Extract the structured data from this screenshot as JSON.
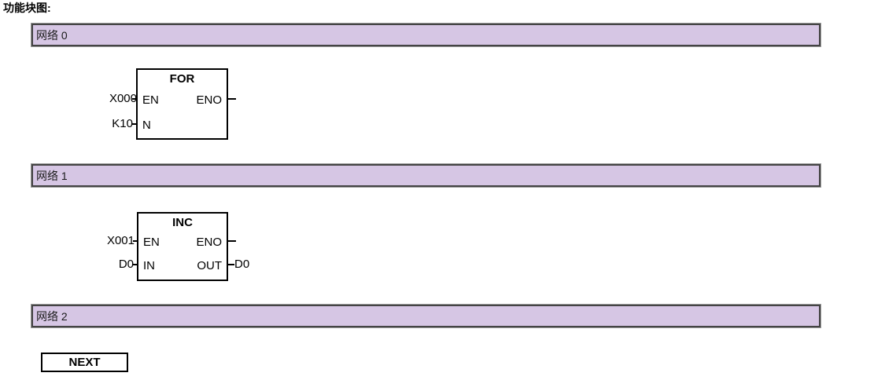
{
  "page": {
    "title": "功能块图:",
    "accent_color": "#d6c6e4",
    "bar_border_color": "#444444",
    "block_border_color": "#000000",
    "background_color": "#ffffff"
  },
  "networks": [
    {
      "label": "网络 0",
      "block": {
        "name": "FOR",
        "inputs": [
          {
            "pin": "EN",
            "operand": "X000"
          },
          {
            "pin": "N",
            "operand": "K10"
          }
        ],
        "outputs": [
          {
            "pin": "ENO",
            "operand": ""
          }
        ]
      }
    },
    {
      "label": "网络 1",
      "block": {
        "name": "INC",
        "inputs": [
          {
            "pin": "EN",
            "operand": "X001"
          },
          {
            "pin": "IN",
            "operand": "D0"
          }
        ],
        "outputs": [
          {
            "pin": "ENO",
            "operand": ""
          },
          {
            "pin": "OUT",
            "operand": "D0"
          }
        ]
      }
    },
    {
      "label": "网络 2",
      "block": {
        "name": "NEXT",
        "inputs": [],
        "outputs": []
      }
    }
  ]
}
